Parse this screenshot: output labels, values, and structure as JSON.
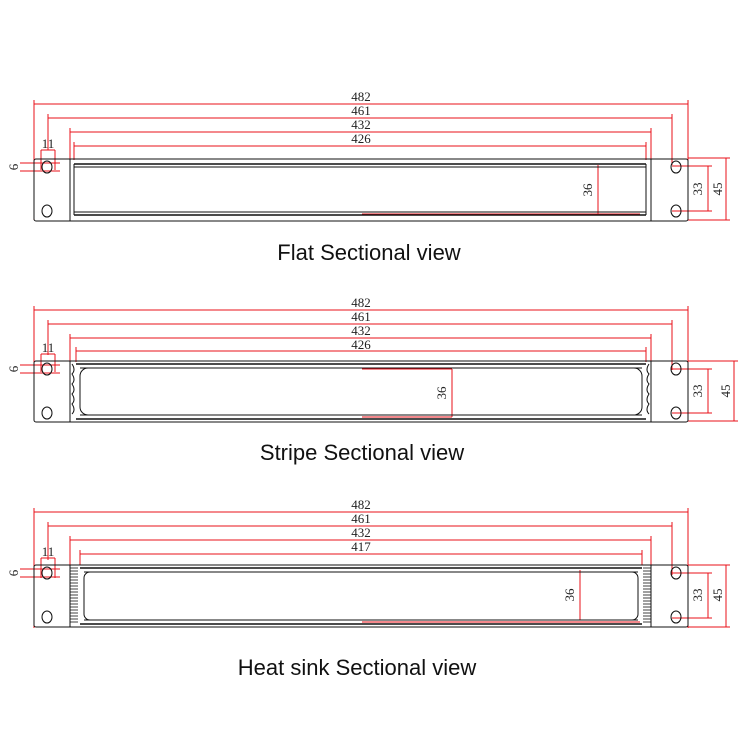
{
  "views": [
    {
      "caption": "Flat Sectional view",
      "dims": {
        "d1": "482",
        "d2": "461",
        "d3": "432",
        "d4": "426",
        "ear_w": "11",
        "hole": "6",
        "inner_h": "36",
        "hole_pitch": "33",
        "height": "45"
      }
    },
    {
      "caption": "Stripe Sectional view",
      "dims": {
        "d1": "482",
        "d2": "461",
        "d3": "432",
        "d4": "426",
        "ear_w": "11",
        "hole": "6",
        "inner_h": "36",
        "hole_pitch": "33",
        "height": "45"
      }
    },
    {
      "caption": "Heat sink Sectional view",
      "dims": {
        "d1": "482",
        "d2": "461",
        "d3": "432",
        "d4": "417",
        "ear_w": "11",
        "hole": "6",
        "inner_h": "36",
        "hole_pitch": "33",
        "height": "45"
      }
    }
  ],
  "colors": {
    "dimension": "#e8101a",
    "outline": "#111111"
  }
}
